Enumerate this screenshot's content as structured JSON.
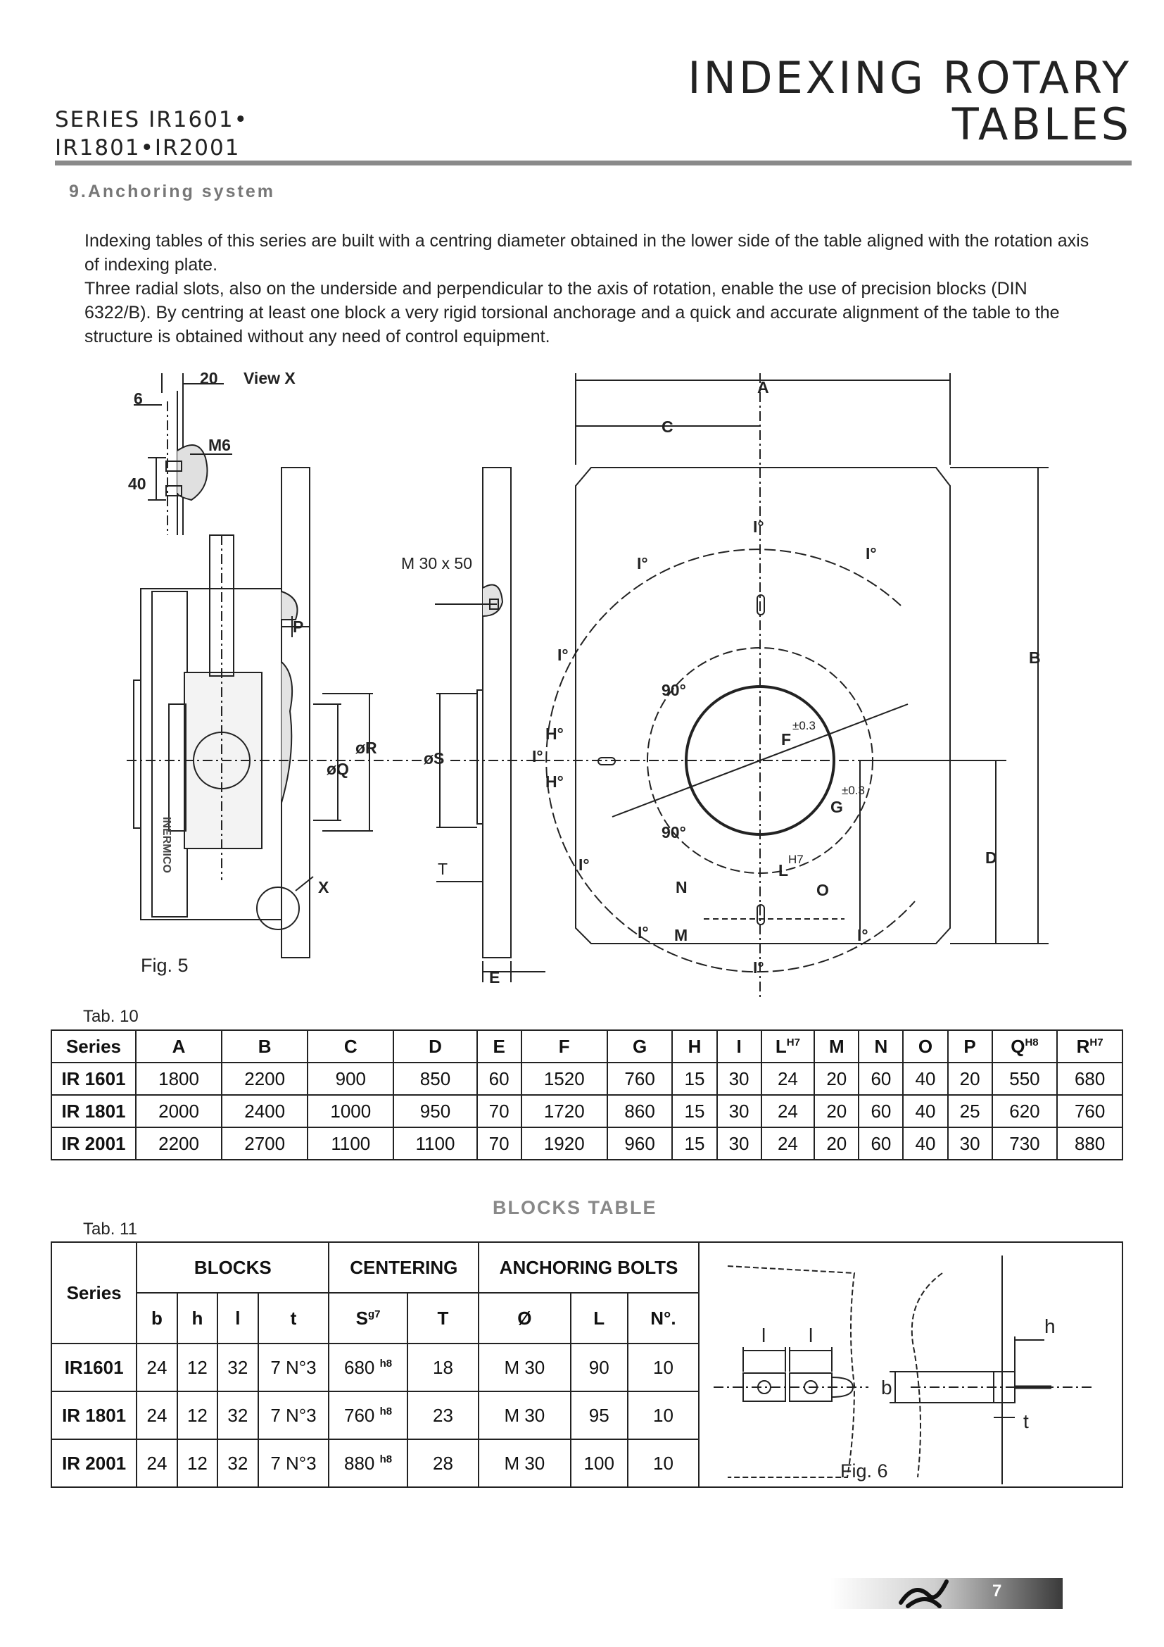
{
  "header": {
    "series_line1": "SERIES IR1601•",
    "series_line2": "IR1801•IR2001",
    "title_line1": "INDEXING ROTARY",
    "title_line2": "TABLES"
  },
  "section": {
    "heading": "9.Anchoring system"
  },
  "intro": {
    "paragraph1": "Indexing tables of this series are built with a centring diameter obtained in the lower side of the table aligned with the rotation axis of indexing plate.",
    "paragraph2": "Three radial slots, also on the underside and perpendicular to the axis of rotation, enable the use of precision blocks (DIN 6322/B). By centring at least one block a very rigid torsional anchorage and a quick and accurate alignment of the table to the structure is obtained without any need of control equipment."
  },
  "figure5": {
    "caption": "Fig. 5",
    "view_label": "View X",
    "brand": "INERMICO",
    "labels": {
      "d20": "20",
      "d6": "6",
      "d40": "40",
      "M6": "M6",
      "P": "P",
      "R": "øR",
      "Q": "øQ",
      "X": "X",
      "M30": "M 30 x 50",
      "S": "øS",
      "T": "T",
      "E": "E",
      "A": "A",
      "C": "C",
      "B": "B",
      "D": "D",
      "F": "F",
      "F_tol": "±0.3",
      "G": "G",
      "G_tol": "±0.3",
      "L": "L",
      "L_sup": "H7",
      "N": "N",
      "O": "O",
      "M": "M",
      "H": "H°",
      "I": "I°",
      "ang90": "90°"
    }
  },
  "tab10": {
    "caption": "Tab. 10",
    "headers": [
      "Series",
      "A",
      "B",
      "C",
      "D",
      "E",
      "F",
      "G",
      "H",
      "I",
      "L",
      "M",
      "N",
      "O",
      "P",
      "Q",
      "R"
    ],
    "header_sups": {
      "L": "H7",
      "Q": "H8",
      "R": "H7"
    },
    "rows": [
      [
        "IR 1601",
        "1800",
        "2200",
        "900",
        "850",
        "60",
        "1520",
        "760",
        "15",
        "30",
        "24",
        "20",
        "60",
        "40",
        "20",
        "550",
        "680"
      ],
      [
        "IR 1801",
        "2000",
        "2400",
        "1000",
        "950",
        "70",
        "1720",
        "860",
        "15",
        "30",
        "24",
        "20",
        "60",
        "40",
        "25",
        "620",
        "760"
      ],
      [
        "IR 2001",
        "2200",
        "2700",
        "1100",
        "1100",
        "70",
        "1920",
        "960",
        "15",
        "30",
        "24",
        "20",
        "60",
        "40",
        "30",
        "730",
        "880"
      ]
    ]
  },
  "blocks_title": "BLOCKS TABLE",
  "tab11": {
    "caption": "Tab. 11",
    "series_header": "Series",
    "group_blocks": "BLOCKS",
    "group_centering": "CENTERING",
    "group_bolts": "ANCHORING BOLTS",
    "sub_headers": [
      "b",
      "h",
      "l",
      "t",
      "S",
      "T",
      "Ø",
      "L",
      "N°."
    ],
    "S_sup": "g7",
    "rows": [
      {
        "series": "IR1601",
        "b": "24",
        "h": "12",
        "l": "32",
        "t": "7 N°3",
        "S": "680",
        "S_sup": "h8",
        "T": "18",
        "bolt": "M 30",
        "L": "90",
        "N": "10"
      },
      {
        "series": "IR 1801",
        "b": "24",
        "h": "12",
        "l": "32",
        "t": "7 N°3",
        "S": "760",
        "S_sup": "h8",
        "T": "23",
        "bolt": "M 30",
        "L": "95",
        "N": "10"
      },
      {
        "series": "IR 2001",
        "b": "24",
        "h": "12",
        "l": "32",
        "t": "7 N°3",
        "S": "880",
        "S_sup": "h8",
        "T": "28",
        "bolt": "M 30",
        "L": "100",
        "N": "10"
      }
    ]
  },
  "figure6": {
    "caption": "Fig. 6",
    "l1": "l",
    "l2": "l",
    "b": "b",
    "h": "h",
    "t": "t"
  },
  "footer": {
    "page_number": "7"
  }
}
